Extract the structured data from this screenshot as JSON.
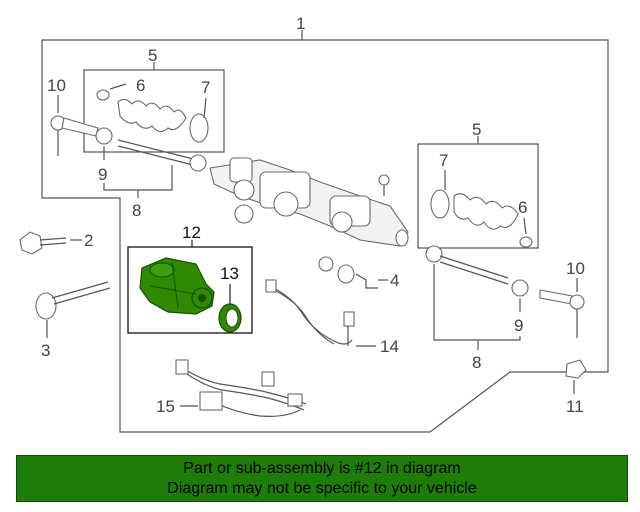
{
  "callouts": {
    "c1": "1",
    "c2": "2",
    "c3": "3",
    "c4": "4",
    "c5_left": "5",
    "c5_right": "5",
    "c6_left": "6",
    "c6_right": "6",
    "c7_left": "7",
    "c7_right": "7",
    "c8_left": "8",
    "c8_right": "8",
    "c9_left": "9",
    "c9_right": "9",
    "c10_left": "10",
    "c10_right": "10",
    "c11": "11",
    "c12": "12",
    "c13": "13",
    "c14": "14",
    "c15": "15"
  },
  "banner": {
    "line1": "Part or sub-assembly is #12 in diagram",
    "line2": "Diagram may not be specific to your vehicle"
  },
  "colors": {
    "highlight_part": "#2e8b00",
    "banner_bg": "#1e7d08"
  }
}
